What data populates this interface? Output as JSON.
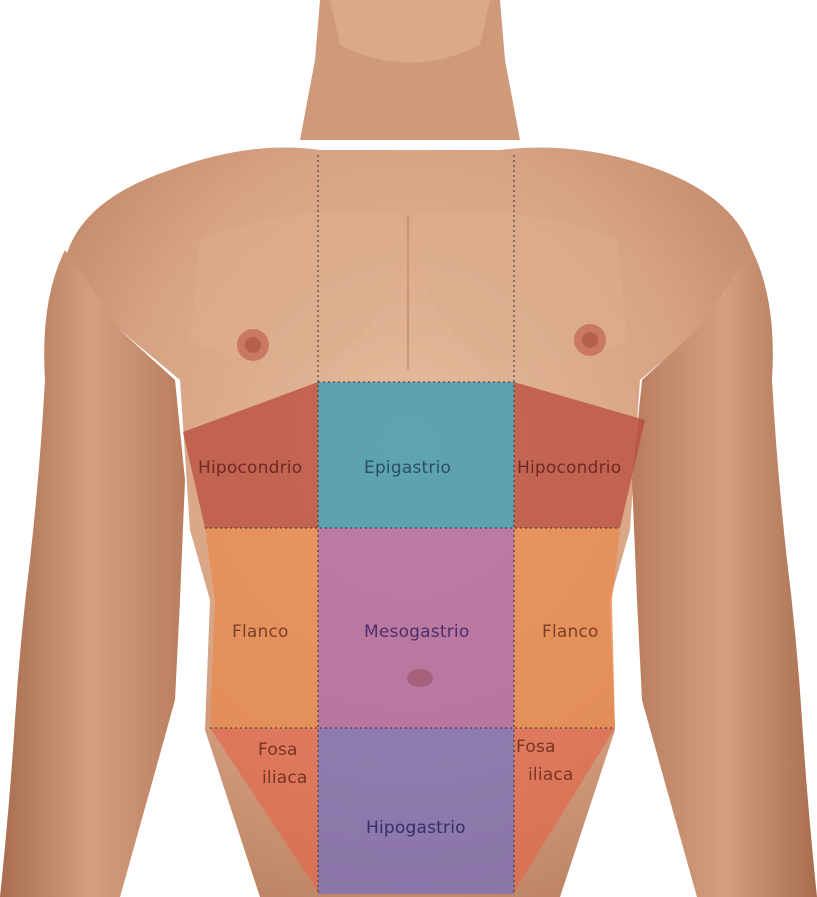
{
  "regions": {
    "hipocondrio_left": "Hipocondrio",
    "epigastrio": "Epigastrio",
    "hipocondrio_right": "Hipocondrio",
    "flanco_left": "Flanco",
    "mesogastrio": "Mesogastrio",
    "flanco_right": "Flanco",
    "fosa_left_line1": "Fosa",
    "fosa_left_line2": "iliaca",
    "hipogastrio": "Hipogastrio",
    "fosa_right_line1": "Fosa",
    "fosa_right_line2": "iliaca"
  },
  "colors": {
    "hipocondrio": "#b8473a",
    "epigastrio": "#3f9fb3",
    "flanco": "#e88a4e",
    "mesogastrio": "#b06aa6",
    "hipogastrio": "#7f72b6",
    "fosa_iliaca": "#e06a4e",
    "skin": "#d9a886",
    "skin_shadow": "#b97f5f"
  }
}
